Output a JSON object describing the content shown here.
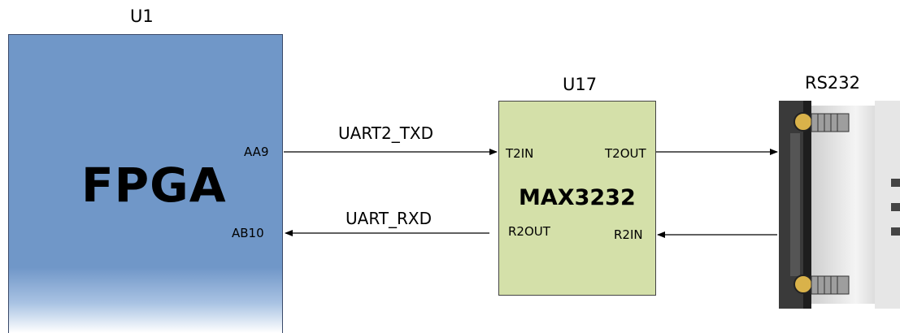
{
  "u1": {
    "ref": "U1",
    "name": "FPGA"
  },
  "fpga_pins": {
    "tx": "AA9",
    "rx": "AB10"
  },
  "signals": {
    "tx": "UART2_TXD",
    "rx": "UART_RXD"
  },
  "u17": {
    "ref": "U17",
    "name": "MAX3232",
    "pins": {
      "t2in": "T2IN",
      "t2out": "T2OUT",
      "r2out": "R2OUT",
      "r2in": "R2IN"
    }
  },
  "connector": {
    "name": "RS232"
  },
  "colors": {
    "fpga_fill": "#7097c8",
    "max_fill": "#d4e0a9",
    "line": "#000000"
  }
}
